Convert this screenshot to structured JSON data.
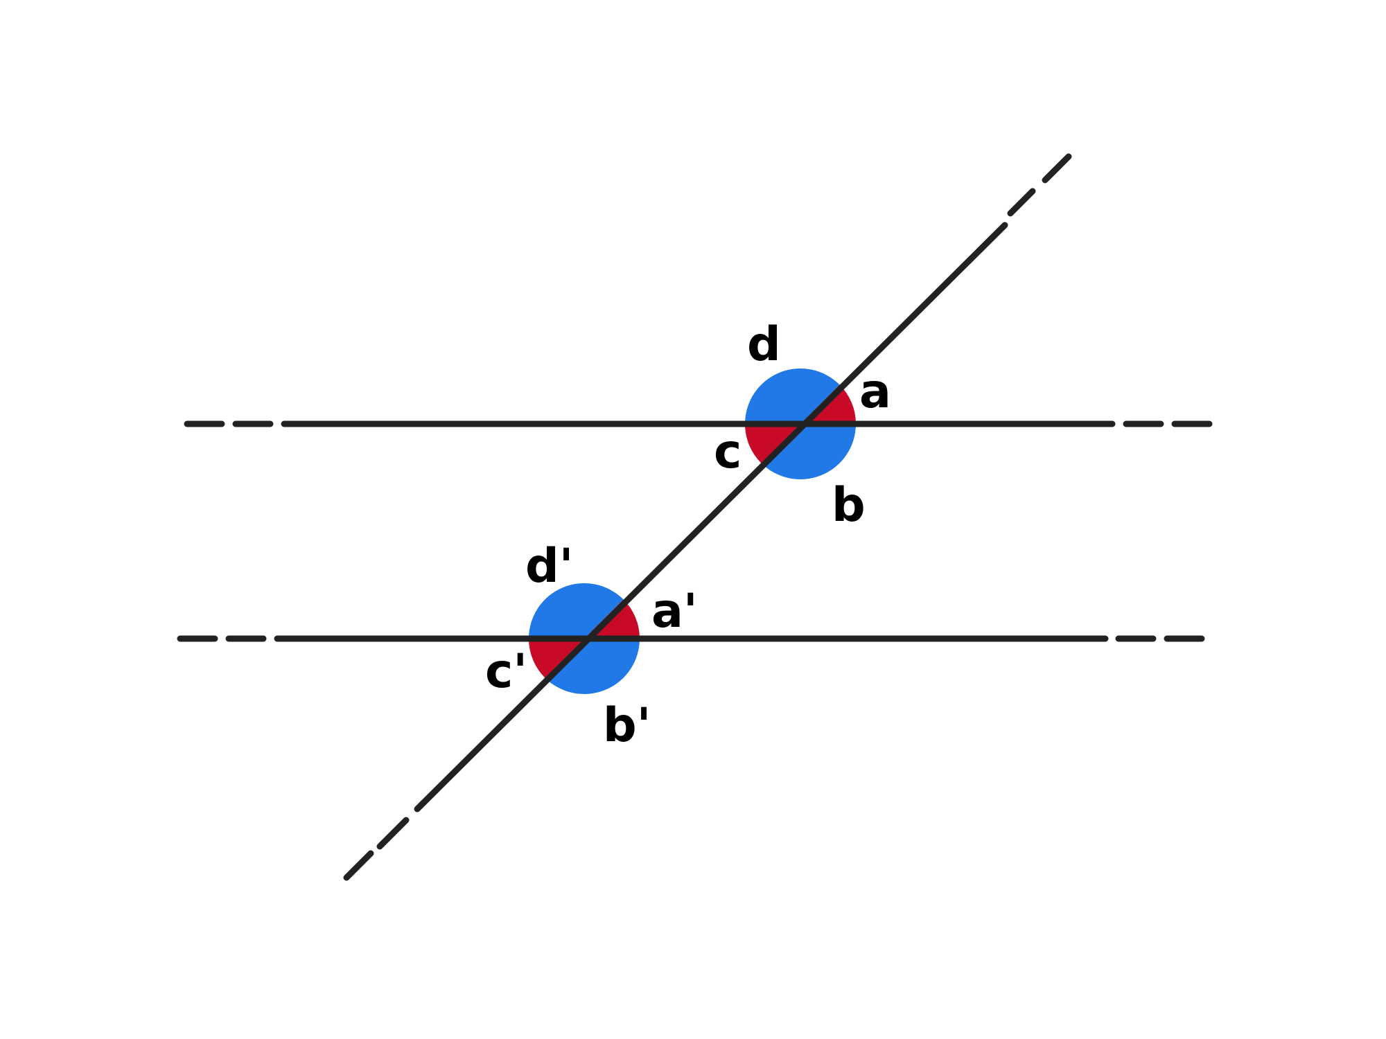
{
  "diagram": {
    "title": "Parallel lines cut by a transversal",
    "colors": {
      "line": "#222222",
      "angle_blue": "#2079E6",
      "angle_red": "#C80A28",
      "label": "#000000",
      "background": "#FFFFFF"
    },
    "lines": [
      {
        "name": "upper-parallel-line",
        "type": "parallel"
      },
      {
        "name": "lower-parallel-line",
        "type": "parallel"
      },
      {
        "name": "transversal-line",
        "type": "transversal"
      }
    ],
    "intersections": [
      {
        "name": "upper-intersection",
        "angles": [
          {
            "label": "a",
            "color": "red",
            "position": "upper-right"
          },
          {
            "label": "b",
            "color": "blue",
            "position": "lower-right"
          },
          {
            "label": "c",
            "color": "red",
            "position": "lower-left"
          },
          {
            "label": "d",
            "color": "blue",
            "position": "upper-left"
          }
        ]
      },
      {
        "name": "lower-intersection",
        "angles": [
          {
            "label": "a'",
            "color": "red",
            "position": "upper-right"
          },
          {
            "label": "b'",
            "color": "blue",
            "position": "lower-right"
          },
          {
            "label": "c'",
            "color": "red",
            "position": "lower-left"
          },
          {
            "label": "d'",
            "color": "blue",
            "position": "upper-left"
          }
        ]
      }
    ]
  }
}
